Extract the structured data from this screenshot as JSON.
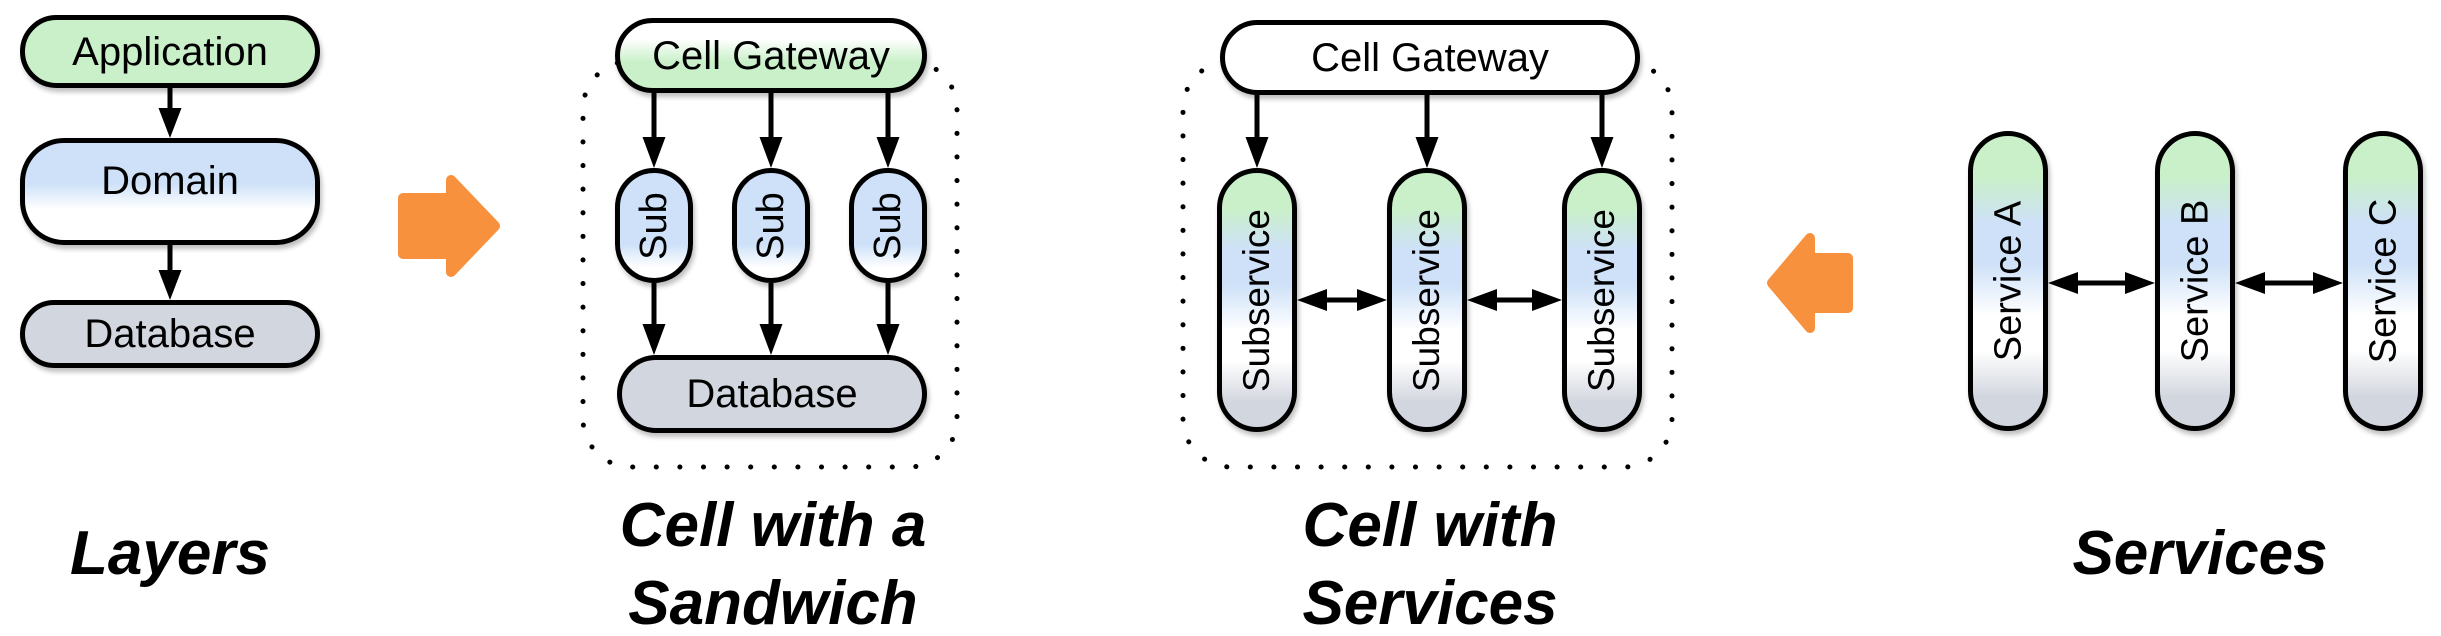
{
  "layers": {
    "caption": "Layers",
    "application": "Application",
    "domain": "Domain",
    "database": "Database"
  },
  "cell_sandwich": {
    "caption_line1": "Cell with a",
    "caption_line2": "Sandwich",
    "gateway": "Cell Gateway",
    "subs": [
      "Sub",
      "Sub",
      "Sub"
    ],
    "database": "Database"
  },
  "cell_services": {
    "caption_line1": "Cell with",
    "caption_line2": "Services",
    "gateway": "Cell Gateway",
    "subservices": [
      "Subservice",
      "Subservice",
      "Subservice"
    ]
  },
  "services": {
    "caption": "Services",
    "items": [
      "Service A",
      "Service B",
      "Service C"
    ]
  },
  "icons": {
    "transform_right": "block-arrow-right",
    "transform_left": "block-arrow-left"
  },
  "colors": {
    "green": "#C9F0C9",
    "blue": "#CEE1F8",
    "gray": "#D2D6DE",
    "orange": "#F7913D",
    "stroke": "#000000",
    "background": "#FFFFFF"
  }
}
